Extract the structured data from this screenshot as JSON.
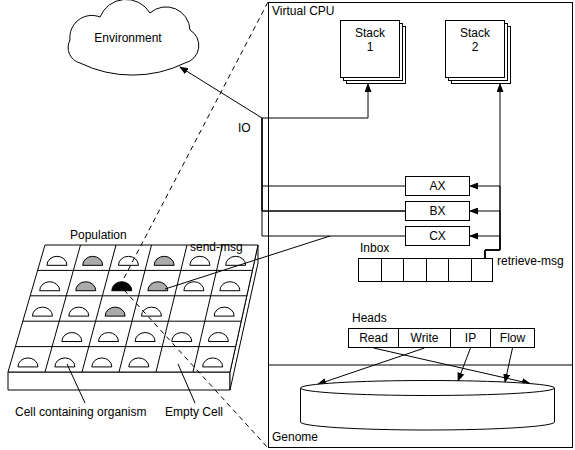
{
  "diagram": {
    "nodes": [
      {
        "text": [
          "Environment"
        ]
      },
      {
        "text": [
          "Virtual CPU"
        ]
      },
      {
        "text": [
          "Stack 1"
        ],
        "in": 1
      },
      {
        "text": [
          "Stack 2"
        ],
        "in": 1
      },
      {
        "text": [
          "AX"
        ],
        "in": 1
      },
      {
        "text": [
          "BX"
        ],
        "in": 1
      },
      {
        "text": [
          "CX"
        ],
        "in": 1
      },
      {
        "text": [
          "Inbox"
        ],
        "in": 1
      },
      {
        "text": [
          "Read"
        ],
        "in": 1
      },
      {
        "text": [
          "Write"
        ],
        "in": 1
      },
      {
        "text": [
          "IP"
        ],
        "in": 1
      },
      {
        "text": [
          "Flow"
        ],
        "in": 1
      },
      {
        "text": [
          "Genome"
        ],
        "in": 1
      }
    ],
    "edges": [
      {
        "from": 5,
        "to": 0,
        "arrow": "to"
      },
      {
        "from": 5,
        "to": 2,
        "arrow": "to"
      },
      {
        "from": 7,
        "to": 3,
        "arrow": "to"
      },
      {
        "from": 7,
        "to": 4,
        "arrow": "to"
      },
      {
        "from": 7,
        "to": 5,
        "arrow": "to"
      },
      {
        "from": 7,
        "to": 6,
        "arrow": "to"
      },
      {
        "from": 8,
        "to": 12,
        "arrow": "to"
      },
      {
        "from": 9,
        "to": 12,
        "arrow": "to"
      },
      {
        "from": 10,
        "to": 12,
        "arrow": "to"
      },
      {
        "from": 11,
        "to": 12,
        "arrow": "to"
      }
    ],
    "labels": [
      "IO",
      "send-msg",
      "retrieve-msg",
      "Heads",
      "Population",
      "Cell containing organism",
      "Empty Cell"
    ]
  }
}
